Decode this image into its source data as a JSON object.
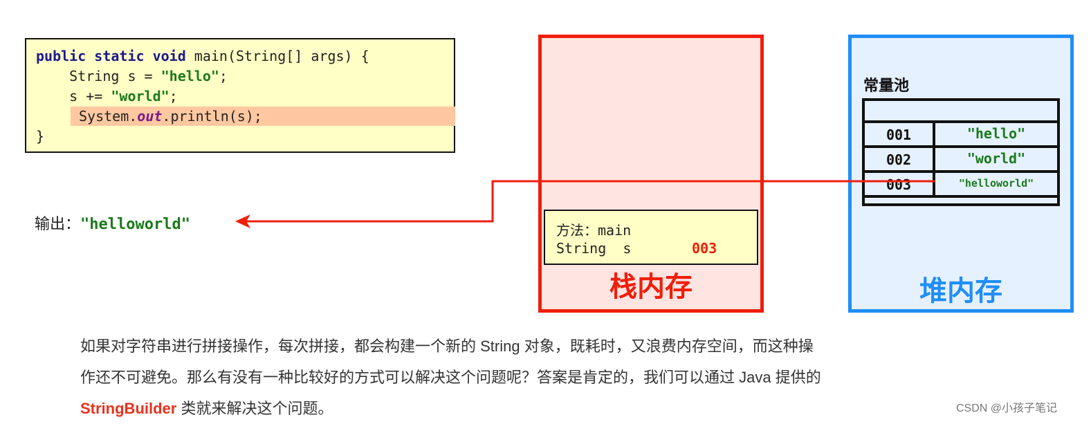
{
  "code": {
    "lines": [
      {
        "parts": [
          [
            "kw",
            "public static void "
          ],
          [
            "",
            "main(String[] args) {"
          ]
        ]
      },
      {
        "parts": [
          [
            "",
            "    String s = "
          ],
          [
            "str",
            "\"hello\""
          ],
          [
            "",
            ";"
          ]
        ]
      },
      {
        "parts": [
          [
            "",
            "    s += "
          ],
          [
            "str",
            "\"world\""
          ],
          [
            "",
            ";"
          ]
        ]
      },
      {
        "parts": [
          [
            "",
            "System."
          ],
          [
            "fld",
            "out"
          ],
          [
            "",
            ".println(s);"
          ]
        ],
        "highlight": true
      },
      {
        "parts": [
          [
            "",
            "}"
          ]
        ]
      }
    ]
  },
  "output": {
    "label": "输出：",
    "value": "\"helloworld\""
  },
  "stack": {
    "title": "栈内存",
    "frame": {
      "method_label": "方法：main",
      "var_label": "String  s",
      "var_value": "003"
    }
  },
  "heap": {
    "title": "堆内存",
    "pool_title": "常量池",
    "pool_rows": [
      {
        "addr": "001",
        "value": "\"hello\""
      },
      {
        "addr": "002",
        "value": "\"world\""
      },
      {
        "addr": "003",
        "value": "\"helloworld\""
      }
    ]
  },
  "paragraph": {
    "line1": "如果对字符串进行拼接操作，每次拼接，都会构建一个新的 String 对象，既耗时，又浪费内存空间，而这种操",
    "line2": "作还不可避免。那么有没有一种比较好的方式可以解决这个问题呢？答案是肯定的，我们可以通过 Java 提供的",
    "line3_highlight": "StringBuilder",
    "line3_rest": " 类就来解决这个问题。"
  },
  "watermark": "CSDN @小孩子笔记",
  "colors": {
    "stack": "#f01e0a",
    "heap": "#1f8ef5",
    "string": "#1a7a1a",
    "arrow": "#f01e0a"
  }
}
